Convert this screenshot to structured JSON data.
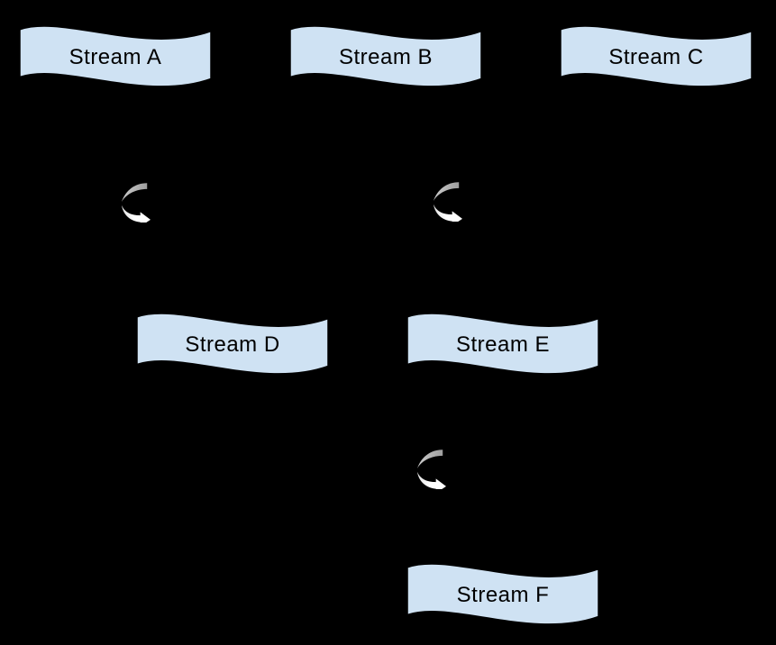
{
  "diagram": {
    "background_color": "#000000",
    "node_shape": "wave-flag",
    "node_fill_color": "#cfe2f3",
    "node_border_color": "#000000",
    "node_text_color": "#000000",
    "nodes": [
      {
        "id": "stream-a",
        "label": "Stream A"
      },
      {
        "id": "stream-b",
        "label": "Stream B"
      },
      {
        "id": "stream-c",
        "label": "Stream C"
      },
      {
        "id": "stream-d",
        "label": "Stream D"
      },
      {
        "id": "stream-e",
        "label": "Stream E"
      },
      {
        "id": "stream-f",
        "label": "Stream F"
      }
    ],
    "icons": [
      {
        "id": "loop-1",
        "name": "loop-arrow-icon"
      },
      {
        "id": "loop-2",
        "name": "loop-arrow-icon"
      },
      {
        "id": "loop-3",
        "name": "loop-arrow-icon"
      }
    ],
    "icon_colors": {
      "upper_arc_gray": "#b0b0b0",
      "lower_arc_white": "#ffffff"
    }
  }
}
